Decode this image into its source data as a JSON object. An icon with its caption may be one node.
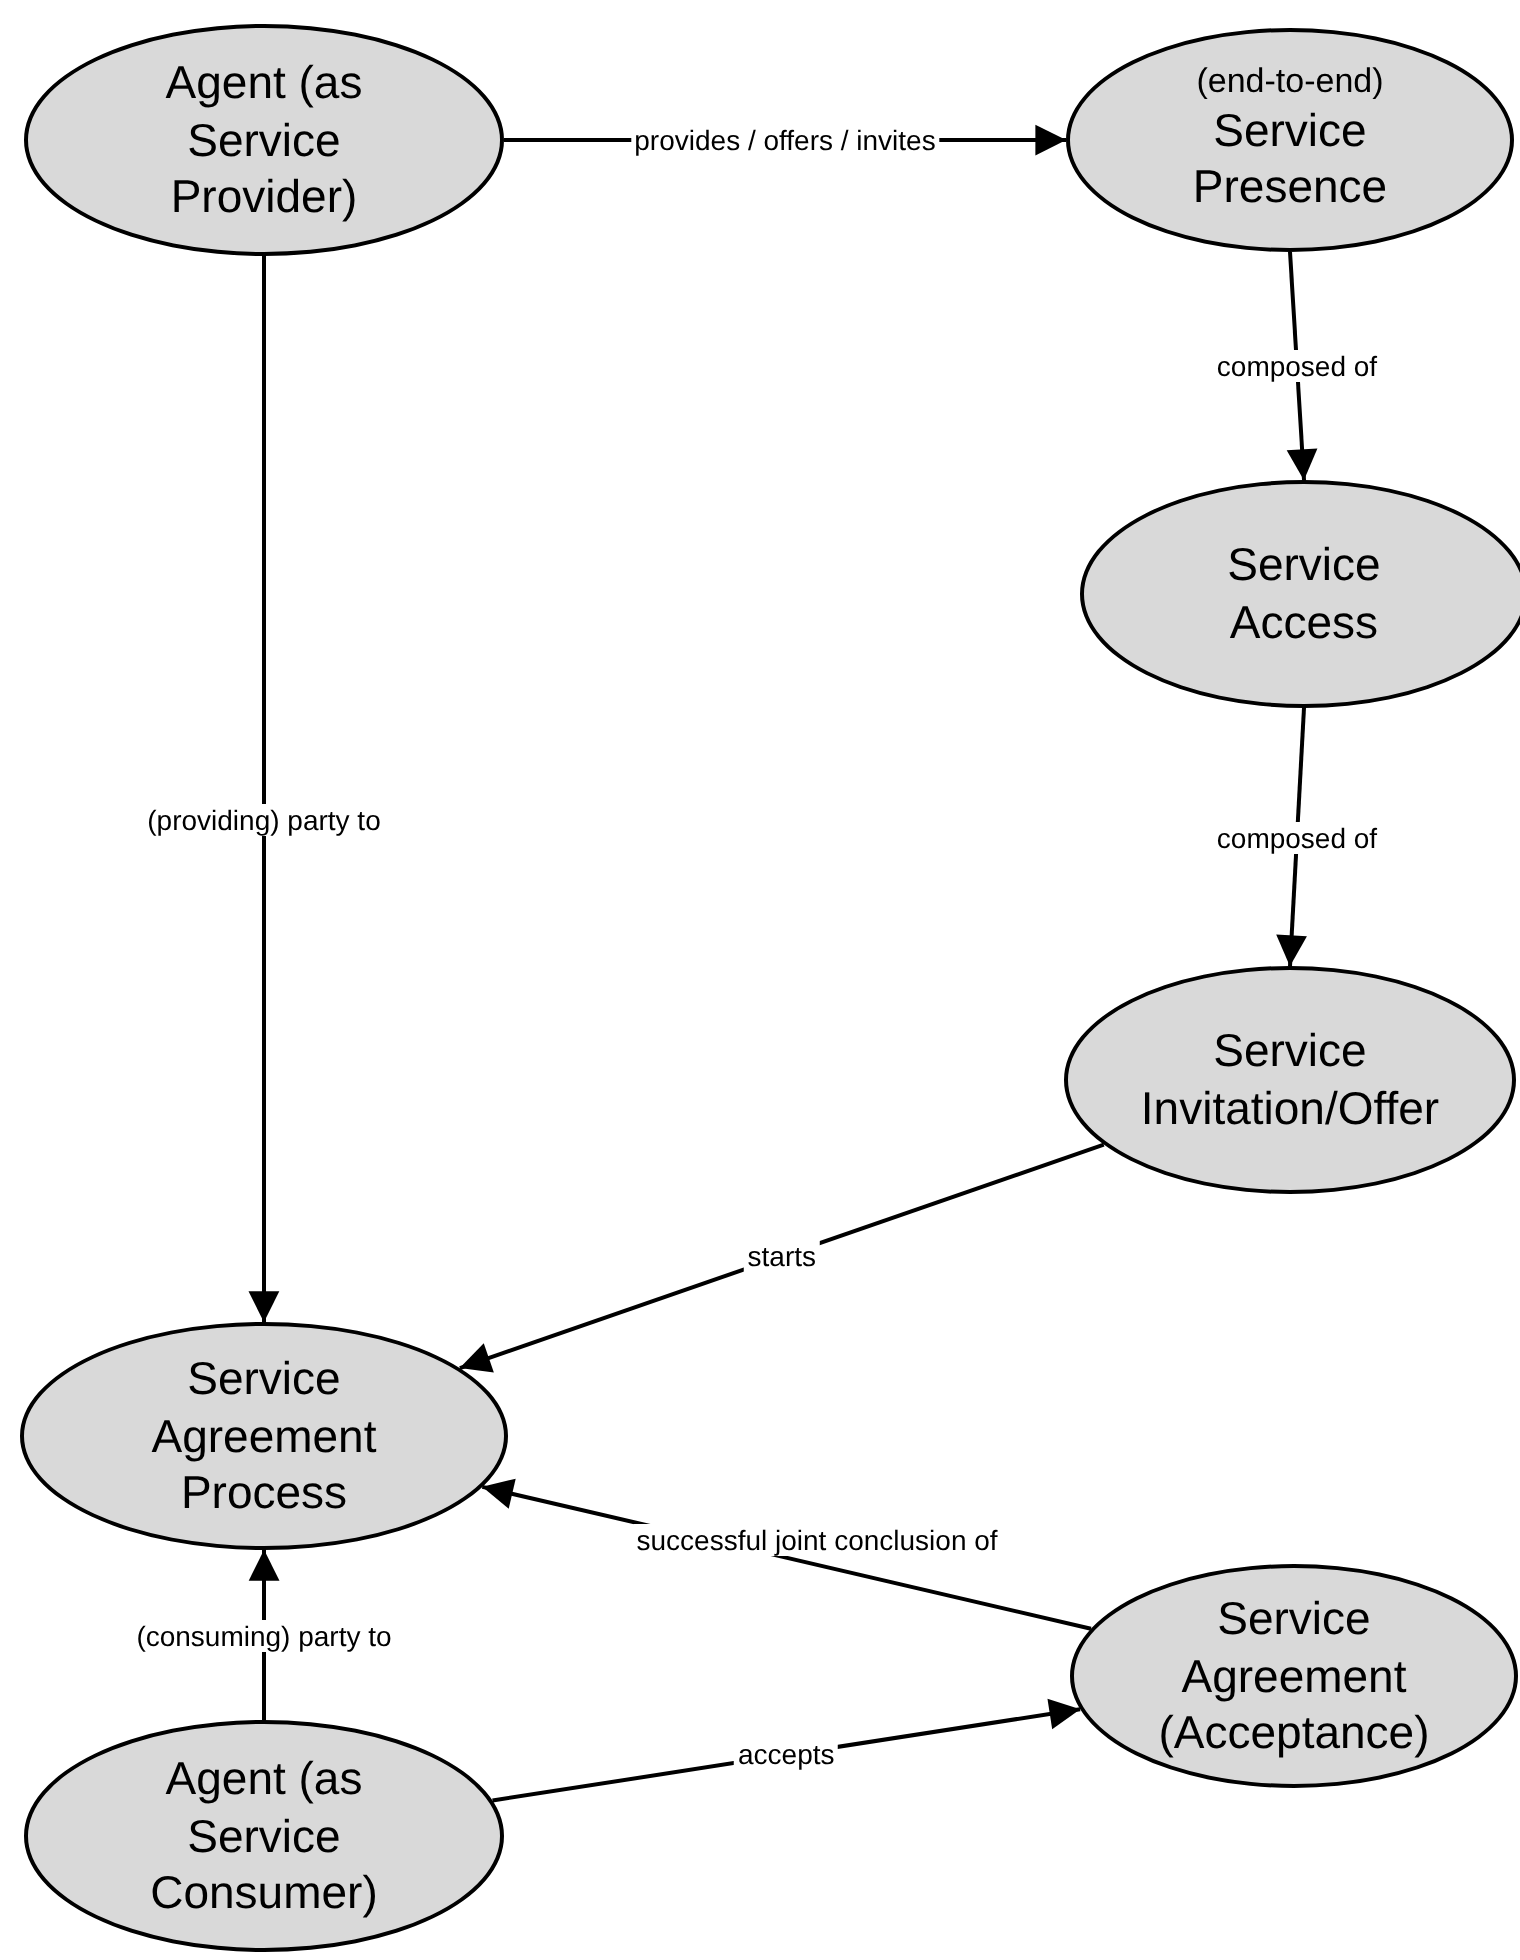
{
  "diagram": {
    "nodes": [
      {
        "text": [
          "Agent (as Service Provider)"
        ]
      },
      {
        "text": [
          "(end-to-end)",
          "Service Presence"
        ]
      },
      {
        "text": [
          "Service Access"
        ]
      },
      {
        "text": [
          "Service Invitation/Offer"
        ]
      },
      {
        "text": [
          "Service Agreement Process"
        ]
      },
      {
        "text": [
          "Service Agreement (Acceptance)"
        ]
      },
      {
        "text": [
          "Agent (as Service Consumer)"
        ]
      }
    ],
    "edges": [
      {
        "from": 0,
        "to": 1,
        "arrow": "to",
        "label": "provides / offers / invites"
      },
      {
        "from": 1,
        "to": 2,
        "arrow": "to",
        "label": "composed of"
      },
      {
        "from": 2,
        "to": 3,
        "arrow": "to",
        "label": "composed of"
      },
      {
        "from": 0,
        "to": 4,
        "arrow": "to",
        "label": "(providing) party to"
      },
      {
        "from": 3,
        "to": 4,
        "arrow": "to",
        "label": "starts"
      },
      {
        "from": 5,
        "to": 4,
        "arrow": "to",
        "label": "successful joint conclusion of"
      },
      {
        "from": 6,
        "to": 4,
        "arrow": "to",
        "label": "(consuming) party to"
      },
      {
        "from": 6,
        "to": 5,
        "arrow": "to",
        "label": "accepts"
      }
    ]
  }
}
